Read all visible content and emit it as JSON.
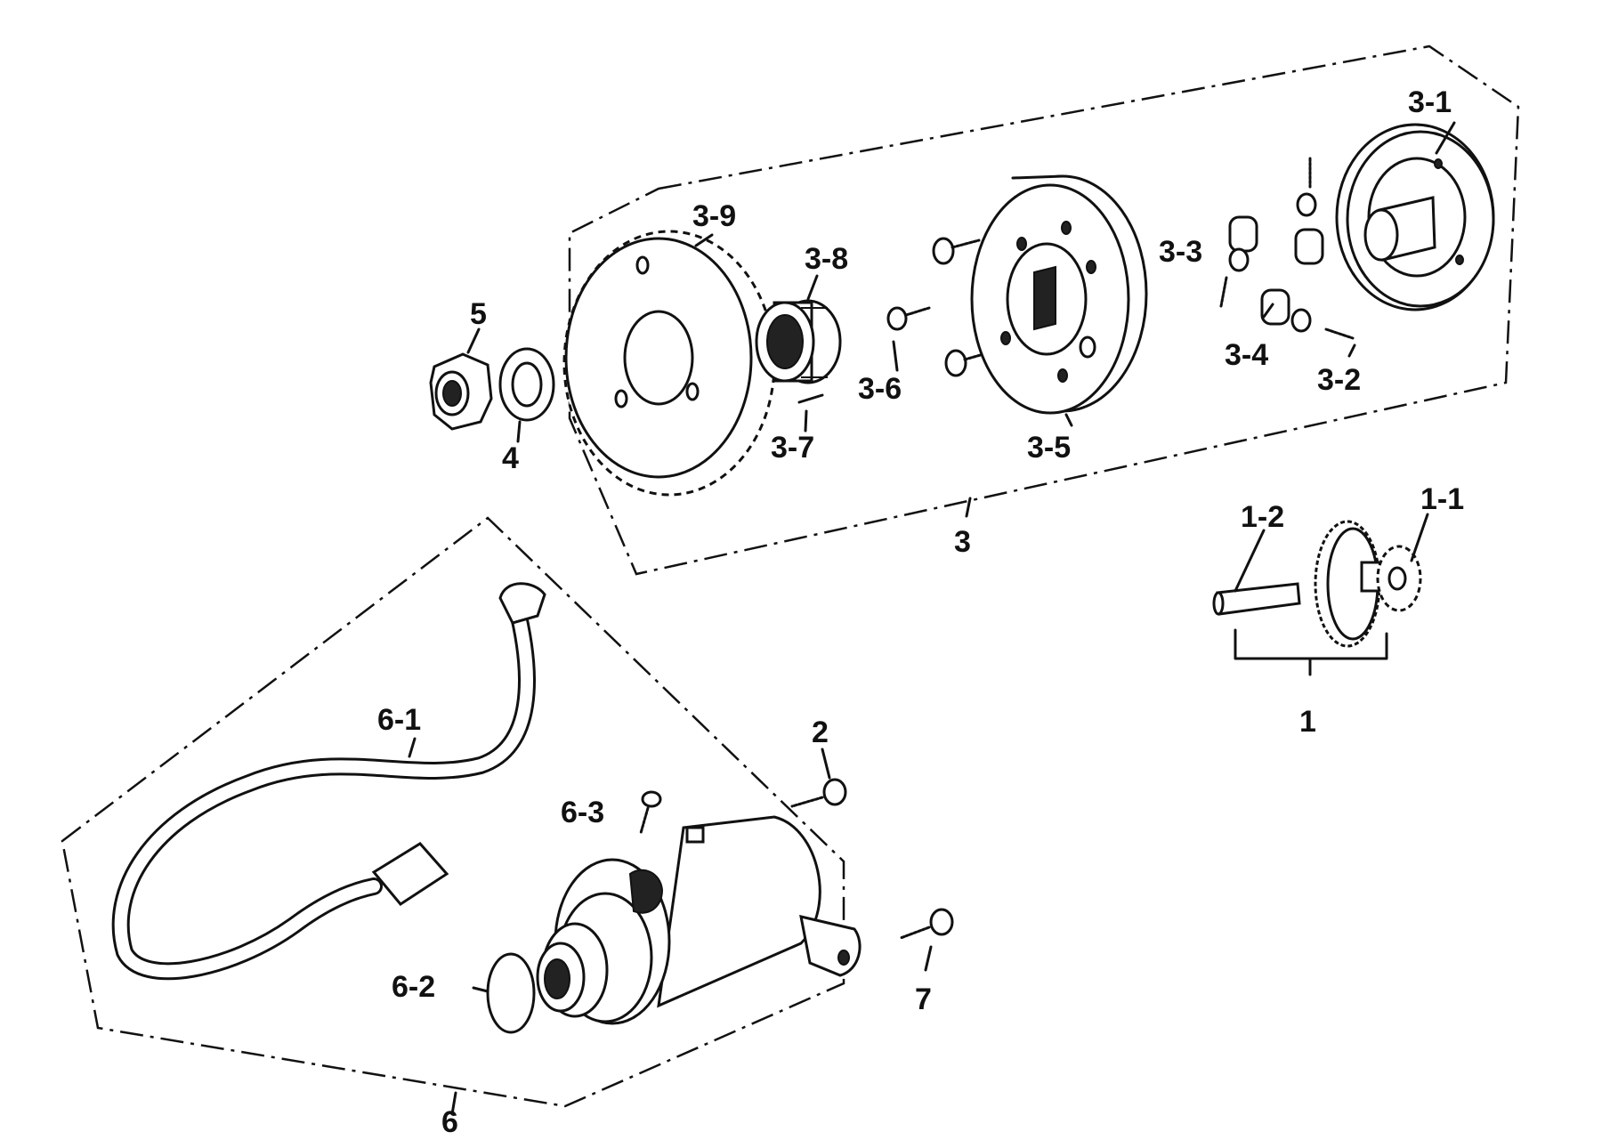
{
  "labels": {
    "l1": "1",
    "l1_1": "1-1",
    "l1_2": "1-2",
    "l2": "2",
    "l3": "3",
    "l3_1": "3-1",
    "l3_2": "3-2",
    "l3_3": "3-3",
    "l3_4": "3-4",
    "l3_5": "3-5",
    "l3_6": "3-6",
    "l3_7": "3-7",
    "l3_8": "3-8",
    "l3_9": "3-9",
    "l4": "4",
    "l5": "5",
    "l6": "6",
    "l6_1": "6-1",
    "l6_2": "6-2",
    "l6_3": "6-3",
    "l7": "7"
  }
}
